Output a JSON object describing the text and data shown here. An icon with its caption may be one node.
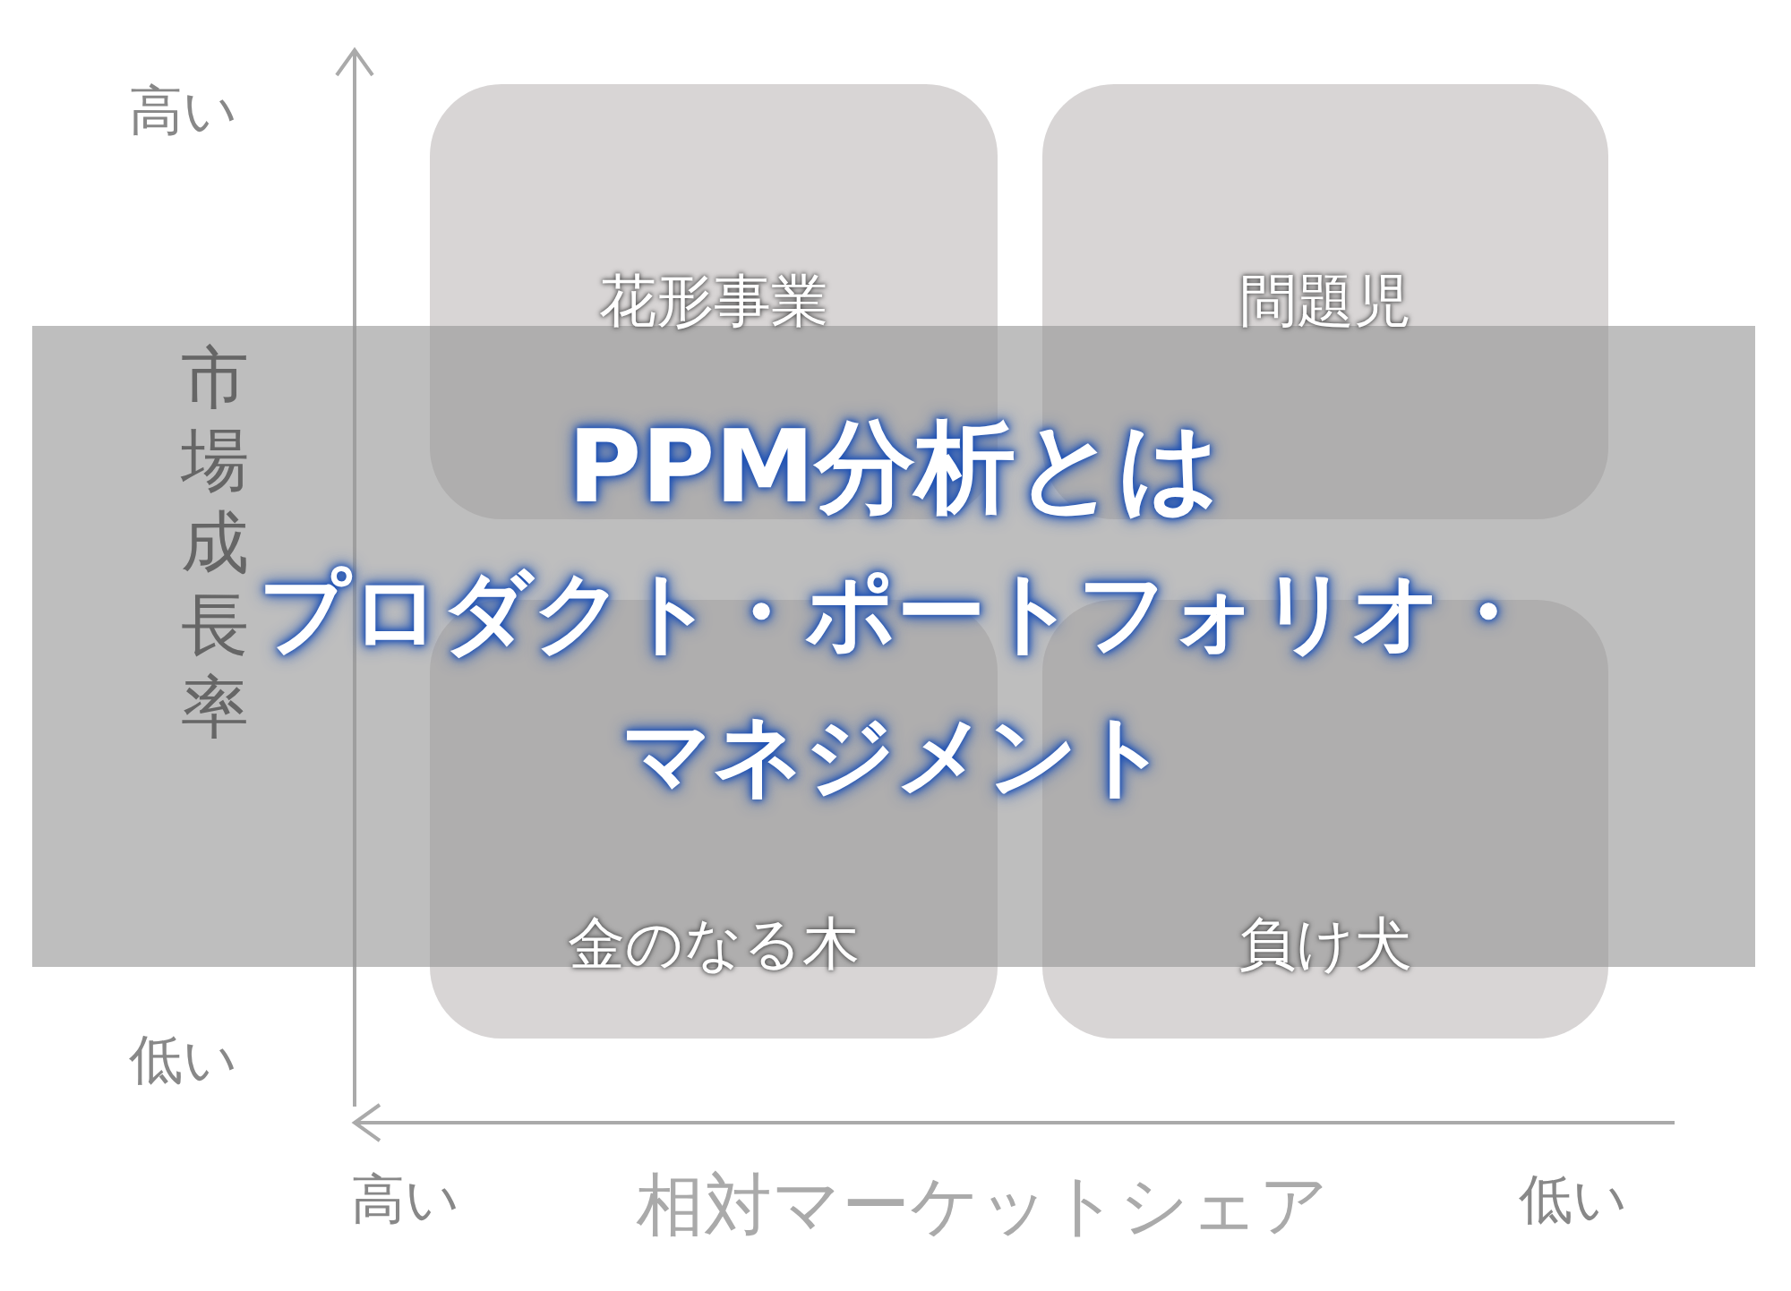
{
  "diagram": {
    "title": "PPM分析とは",
    "caption": "プロダクト・ポートフォリオ・マネジメント",
    "nodes": [
      {
        "text": [
          "花形事業"
        ]
      },
      {
        "text": [
          "問題児"
        ]
      },
      {
        "text": [
          "金のなる木"
        ]
      },
      {
        "text": [
          "負け犬"
        ]
      }
    ],
    "edges": [],
    "labels": [
      "高い",
      "市場成長率",
      "低い",
      "高い",
      "相対マーケットシェア",
      "低い"
    ]
  }
}
